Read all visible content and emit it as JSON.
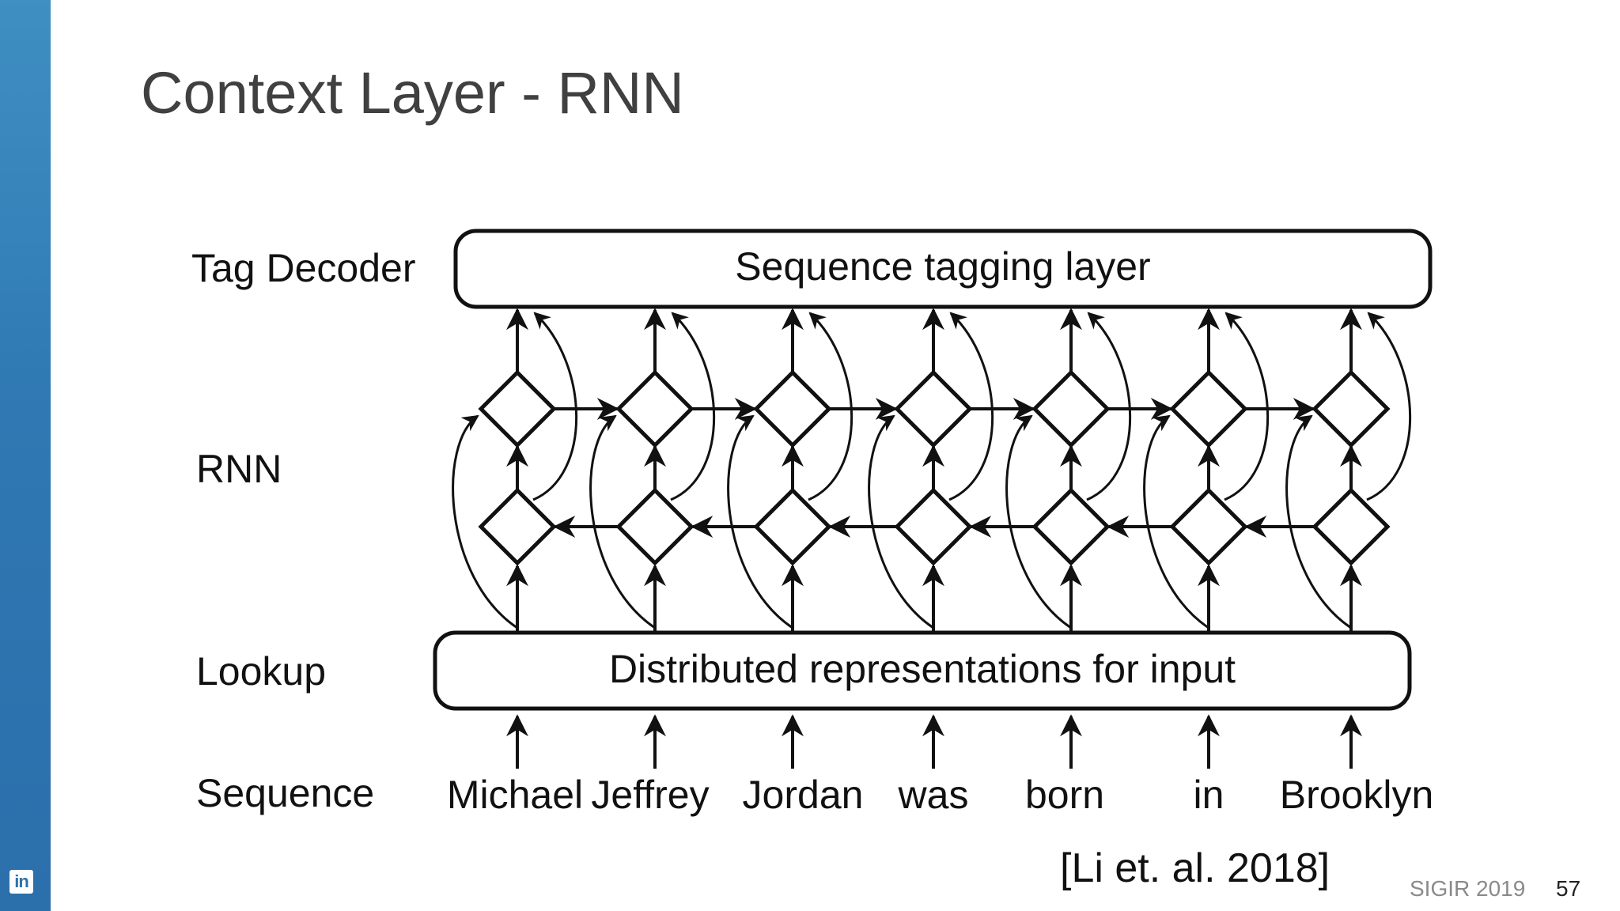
{
  "slide": {
    "title": "Context Layer - RNN",
    "citation": "[Li et. al. 2018]",
    "conference": "SIGIR 2019",
    "page_number": "57",
    "logo_text": "in"
  },
  "diagram": {
    "row_labels": {
      "tag_decoder": "Tag Decoder",
      "rnn": "RNN",
      "lookup": "Lookup",
      "sequence": "Sequence"
    },
    "tagging_layer_label": "Sequence tagging layer",
    "lookup_layer_label": "Distributed representations for input",
    "tokens": [
      "Michael",
      "Jeffrey",
      "Jordan",
      "was",
      "born",
      "in",
      "Brooklyn"
    ],
    "forward_direction": "left-to-right",
    "backward_direction": "right-to-left"
  },
  "colors": {
    "sidebar": "#2f78b3",
    "title": "#404040",
    "ink": "#111111",
    "footer_gray": "#8a8a8a"
  }
}
